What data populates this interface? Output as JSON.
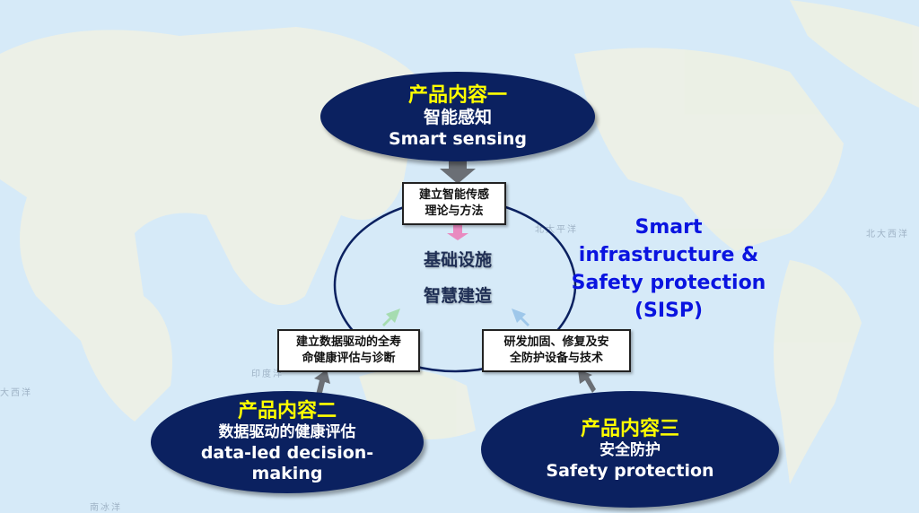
{
  "ocean_labels": {
    "north_pacific": "北太平洋",
    "north_atlantic": "北大西洋",
    "indian": "印度洋",
    "atlantic": "大西洋",
    "southern": "南冰洋"
  },
  "product1": {
    "title": "产品内容一",
    "cn": "智能感知",
    "en": "Smart sensing"
  },
  "product2": {
    "title": "产品内容二",
    "cn": "数据驱动的健康评估",
    "en1": "data-led decision-",
    "en2": "making"
  },
  "product3": {
    "title": "产品内容三",
    "cn": "安全防护",
    "en": "Safety protection"
  },
  "box_top": {
    "line1": "建立智能传感",
    "line2": "理论与方法"
  },
  "box_left": {
    "line1": "建立数据驱动的全寿",
    "line2": "命健康评估与诊断"
  },
  "box_right": {
    "line1": "研发加固、修复及安",
    "line2": "全防护设备与技术"
  },
  "center": {
    "line1": "基础设施",
    "line2": "智慧建造"
  },
  "sisp": {
    "line1": "Smart",
    "line2": "infrastructure &",
    "line3": "Safety protection",
    "line4": "(SISP)"
  },
  "colors": {
    "ellipse": "#0b2160",
    "title": "#ffff00",
    "sisp": "#0a14e0",
    "ocean": "#d6eaf8"
  }
}
